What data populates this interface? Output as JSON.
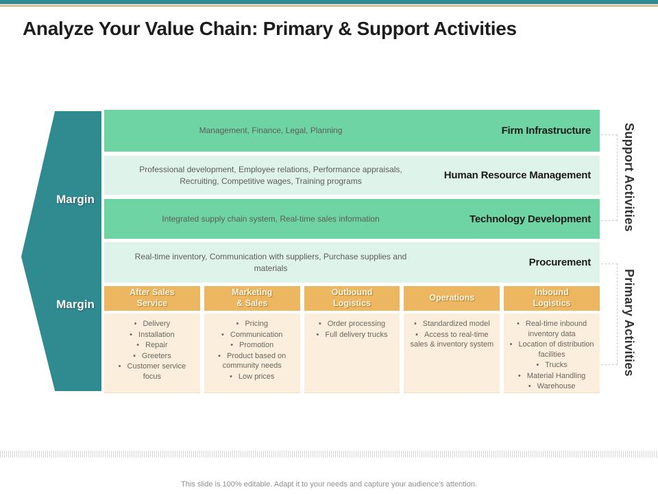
{
  "slide": {
    "title": "Analyze Your Value Chain: Primary & Support Activities",
    "footer": "This slide is 100% editable. Adapt it to your needs and capture your audience's attention."
  },
  "arrow": {
    "margin_top": "Margin",
    "margin_bottom": "Margin"
  },
  "side_labels": {
    "support": "Support Activities",
    "primary": "Primary Activities"
  },
  "support_rows": [
    {
      "description": "Management,  Finance,  Legal,  Planning",
      "label": "Firm Infrastructure"
    },
    {
      "description": "Professional  development,  Employee relations,  Performance appraisals,  Recruiting,  Competitive  wages, Training  programs",
      "label": "Human Resource Management"
    },
    {
      "description": "Integrated  supply chain system, Real-time  sales information",
      "label": "Technology Development"
    },
    {
      "description": "Real-time  inventory,  Communication  with  suppliers,  Purchase supplies and materials",
      "label": "Procurement"
    }
  ],
  "primary_columns": [
    {
      "header": "After Sales\nService",
      "items": [
        "Delivery",
        "Installation",
        "Repair",
        "Greeters",
        "Customer service focus"
      ]
    },
    {
      "header": "Marketing\n& Sales",
      "items": [
        "Pricing",
        "Communication",
        "Promotion",
        "Product based on community needs",
        "Low prices"
      ]
    },
    {
      "header": "Outbound\nLogistics",
      "items": [
        "Order processing",
        "Full delivery trucks"
      ]
    },
    {
      "header": "Operations",
      "items": [
        "Standardized model",
        "Access to real-time sales & inventory system"
      ]
    },
    {
      "header": "Inbound\nLogistics",
      "items": [
        "Real-time inbound inventory data",
        "Location of distribution facilities",
        "Trucks",
        "Material Handling",
        "Warehouse"
      ]
    }
  ],
  "colors": {
    "accent_teal": "#308b90",
    "top_line_tan": "#d2c38f",
    "row_green": "#6fd4a4",
    "row_mint": "#def3ea",
    "header_gold": "#ecb760",
    "body_cream": "#fbeedc"
  }
}
